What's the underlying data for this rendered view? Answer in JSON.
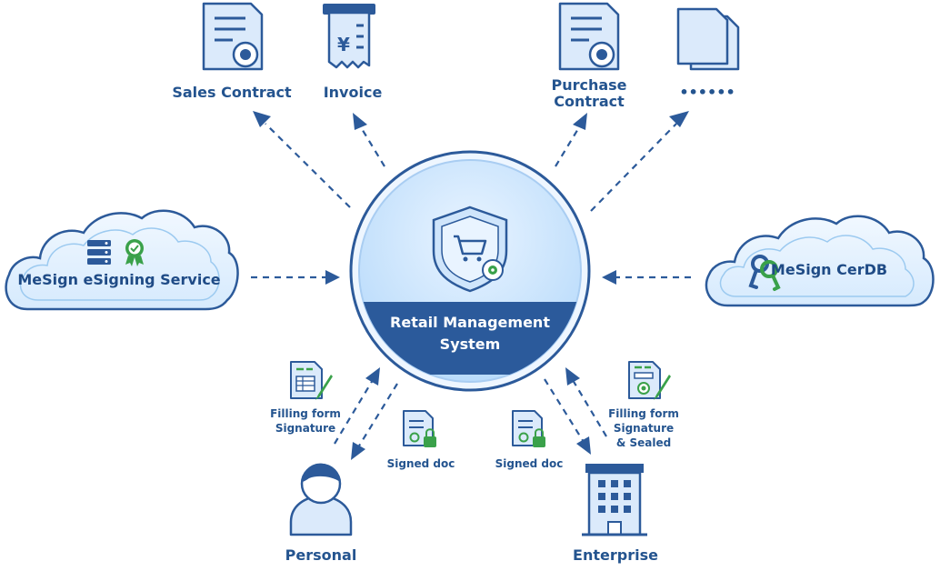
{
  "hub": {
    "line1": "Retail Management",
    "line2": "System"
  },
  "documents": {
    "sales_contract": "Sales Contract",
    "invoice": "Invoice",
    "invoice_symbol": "¥",
    "purchase_contract_line1": "Purchase",
    "purchase_contract_line2": "Contract",
    "more": "••••••"
  },
  "services": {
    "esigning": "MeSign eSigning Service",
    "cerdb": "MeSign CerDB"
  },
  "flows": {
    "personal_filling_line1": "Filling form",
    "personal_filling_line2": "Signature",
    "personal_signed": "Signed doc",
    "enterprise_signed": "Signed doc",
    "enterprise_filling_line1": "Filling form",
    "enterprise_filling_line2": "Signature",
    "enterprise_filling_line3": "& Sealed"
  },
  "actors": {
    "personal": "Personal",
    "enterprise": "Enterprise"
  },
  "colors": {
    "primary": "#2c5a9a",
    "icon_fill": "#dbeafb",
    "hub_band": "#2b5a9b",
    "accent_green": "#3aa14a"
  }
}
